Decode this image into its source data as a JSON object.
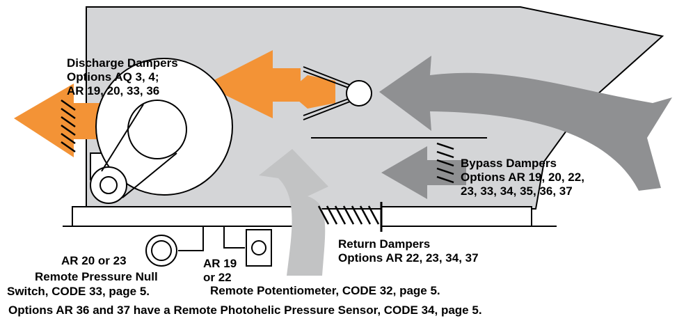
{
  "colors": {
    "discharge_airflow": "#f39336",
    "return_airflow": "#c2c3c4",
    "bypass_airflow": "#8f9092",
    "cabinet": "#d4d5d7",
    "outline": "#000000"
  },
  "labels": {
    "discharge_dampers": [
      "Discharge Dampers",
      "Options AQ 3, 4;",
      "AR 19, 20, 33, 36"
    ],
    "bypass_dampers": [
      "Bypass Dampers",
      "Options AR 19, 20, 22,",
      "23, 33, 34, 35, 36, 37"
    ],
    "return_dampers": [
      "Return Dampers",
      "Options AR 22, 23, 34, 37"
    ],
    "pressure_switch_option": "AR 20 or 23",
    "pressure_switch_name": [
      "Remote Pressure Null",
      "Switch, CODE 33, page 5."
    ],
    "potentiometer_option": [
      "AR 19",
      "or 22"
    ],
    "potentiometer_name": "Remote Potentiometer, CODE 32, page 5.",
    "photohelic_note": "Options AR 36 and 37 have a Remote Photohelic Pressure Sensor, CODE 34, page 5."
  }
}
